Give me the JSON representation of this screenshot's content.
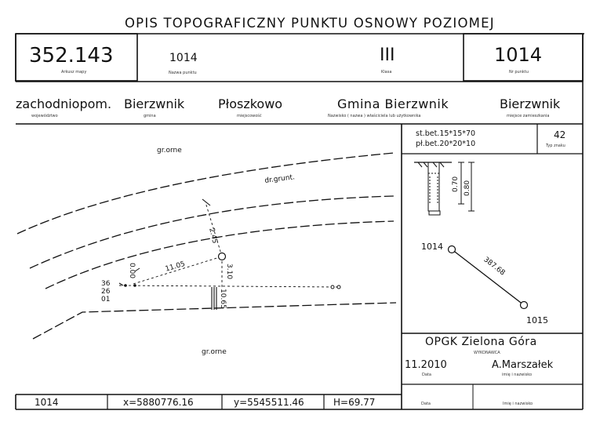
{
  "title": "OPIS TOPOGRAFICZNY PUNKTU OSNOWY POZIOMEJ",
  "header": {
    "arkusz_value": "352.143",
    "arkusz_label": "Arkusz mapy",
    "nazwa_value": "1014",
    "nazwa_label": "Nazwa punktu",
    "klasa_value": "III",
    "klasa_label": "Klasa",
    "nr_value": "1014",
    "nr_label": "Nr punktu"
  },
  "location": {
    "wojewodztwo_value": "zachodniopom.",
    "wojewodztwo_label": "województwo",
    "gmina_value": "Bierzwnik",
    "gmina_label": "gmina",
    "miejscowosc_value": "Płoszkowo",
    "miejscowosc_label": "miejscowość",
    "wlasciciel_value": "Gmina Bierzwnik",
    "wlasciciel_label": "Nazwisko ( nazwa ) właściciela lub użytkownika",
    "zamieszkania_value": "Bierzwnik",
    "zamieszkania_label": "miejsce zamieszkania"
  },
  "sketch": {
    "label_gr_orne_top": "gr.orne",
    "label_gr_orne_bottom": "gr.orne",
    "label_dr_grunt": "dr.grunt.",
    "dim_245": "2.45",
    "dim_1105": "11.05",
    "dim_310": "3.10",
    "dim_1065": "10.65",
    "dim_000": "0.00",
    "num_36": "36",
    "num_26": "26",
    "num_01": "01"
  },
  "sign": {
    "line1": "st.bet.15*15*70",
    "line2": "pł.bet.20*20*10",
    "typ_value": "42",
    "typ_label": "Typ znaku",
    "dim_070": "0.70",
    "dim_080": "0.80"
  },
  "relation": {
    "point_a": "1014",
    "point_b": "1015",
    "distance": "387.68"
  },
  "executor": {
    "company": "OPGK Zielona Góra",
    "company_label": "WYKONAWCA",
    "date": "11.2010",
    "date_label": "Data",
    "name": "A.Marszałek",
    "name_label": "imię i nazwisko"
  },
  "footer": {
    "point": "1014",
    "x": "x=5880776.16",
    "y": "y=5545511.46",
    "h": "H=69.77",
    "date_label": "Data",
    "name_label": "Imię i nazwisko"
  }
}
